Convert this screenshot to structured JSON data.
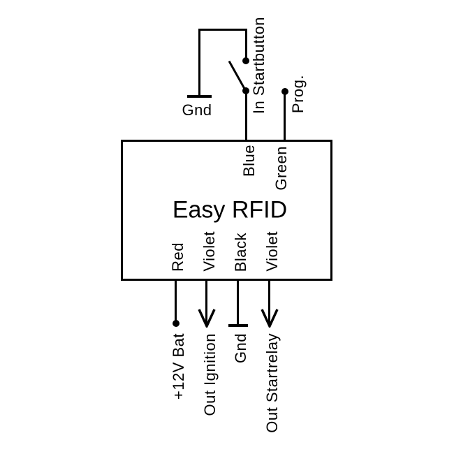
{
  "colors": {
    "background": "#ffffff",
    "ink": "#000000"
  },
  "device": {
    "title": "Easy RFID",
    "top_pins": [
      {
        "wire_color_label": "Blue",
        "external_label": "In Startbutton",
        "terminal": "switch-to-ground"
      },
      {
        "wire_color_label": "Green",
        "external_label": "Prog.",
        "terminal": "junction-dot"
      }
    ],
    "bottom_pins": [
      {
        "wire_color_label": "Red",
        "external_label": "+12V Bat",
        "terminal": "junction-dot"
      },
      {
        "wire_color_label": "Violet",
        "external_label": "Out Ignition",
        "terminal": "arrow"
      },
      {
        "wire_color_label": "Black",
        "external_label": "Gnd",
        "terminal": "ground-bar"
      },
      {
        "wire_color_label": "Violet",
        "external_label": "Out Startrelay",
        "terminal": "arrow"
      }
    ]
  },
  "switch": {
    "type": "open pushbutton",
    "ground_label": "Gnd"
  }
}
